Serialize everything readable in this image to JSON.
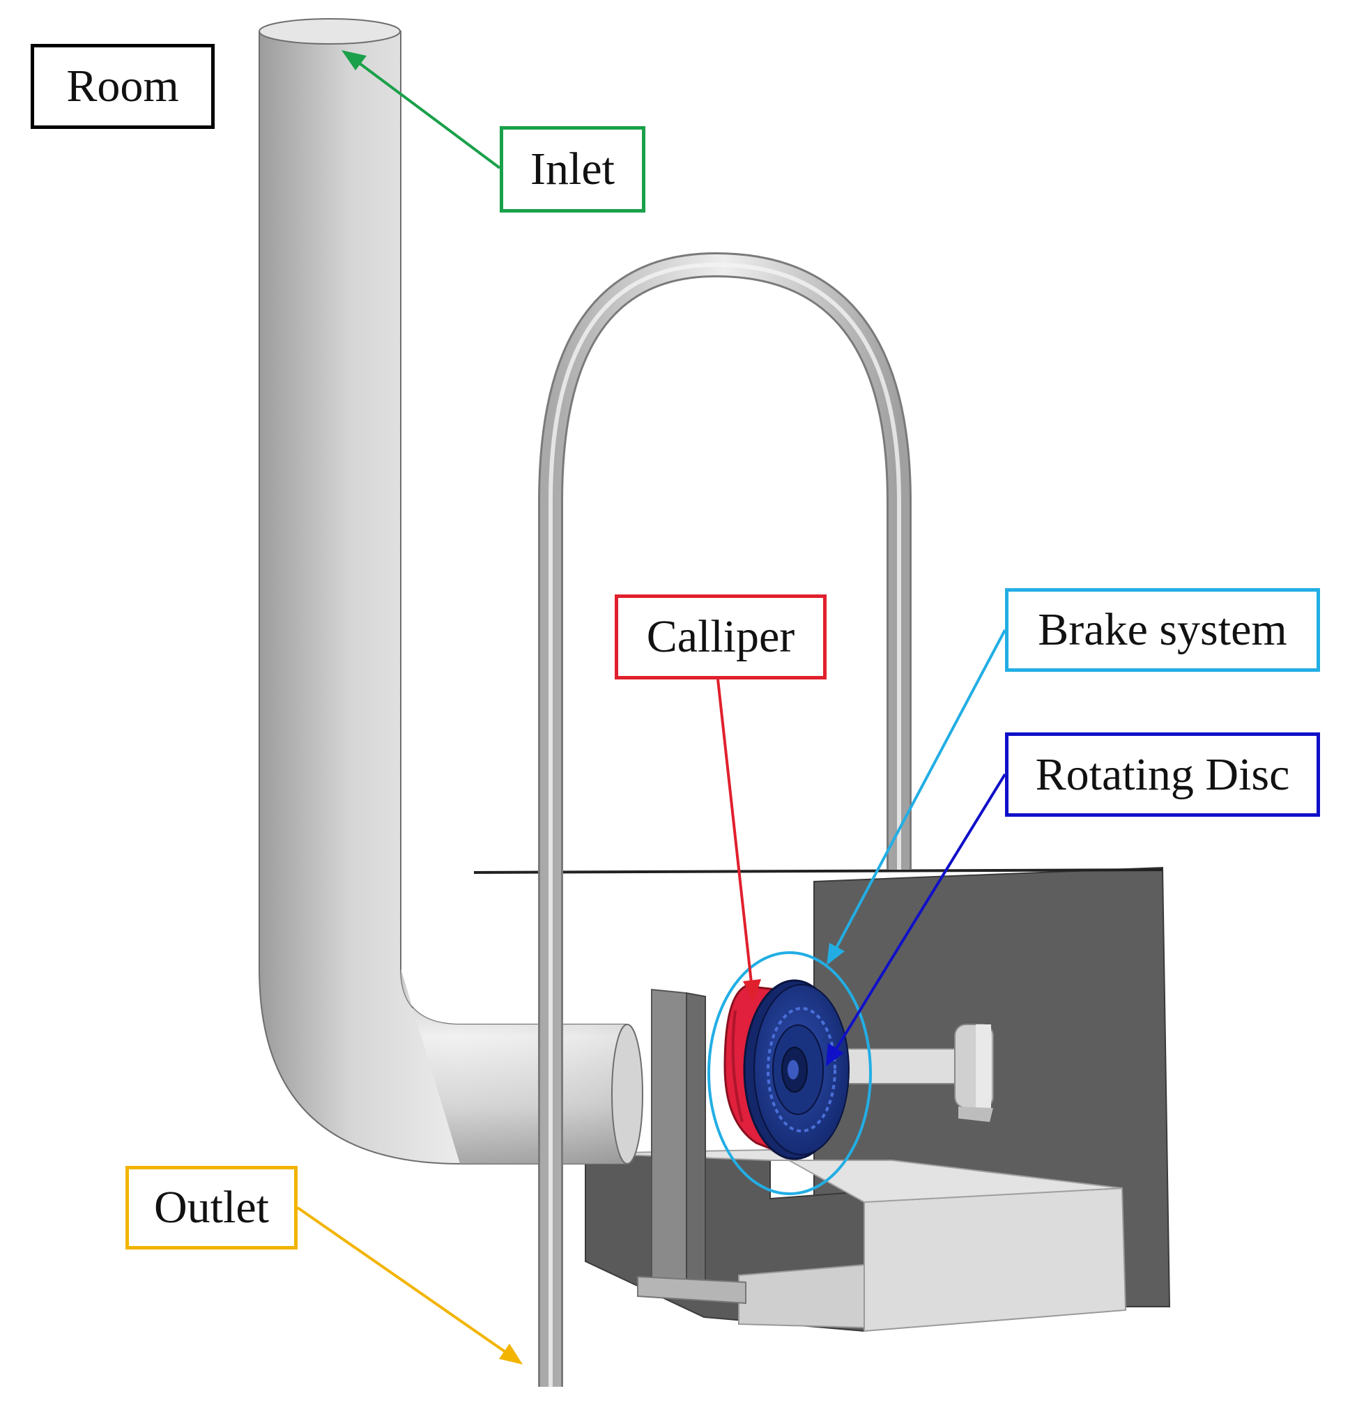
{
  "labels": {
    "room": "Room",
    "inlet": "Inlet",
    "calliper": "Calliper",
    "brake_system": "Brake system",
    "rotating_disc": "Rotating Disc",
    "outlet": "Outlet"
  },
  "colors": {
    "room": "#000000",
    "inlet": "#1aa04a",
    "calliper": "#e0202c",
    "brake_system": "#22aee4",
    "rotating_disc": "#1010c8",
    "outlet": "#f2b400",
    "pipe": "#d9d9d9",
    "housing_dark": "#5e5e5e",
    "housing_light": "#d8d8d8",
    "disc": "#1f3a8c"
  }
}
